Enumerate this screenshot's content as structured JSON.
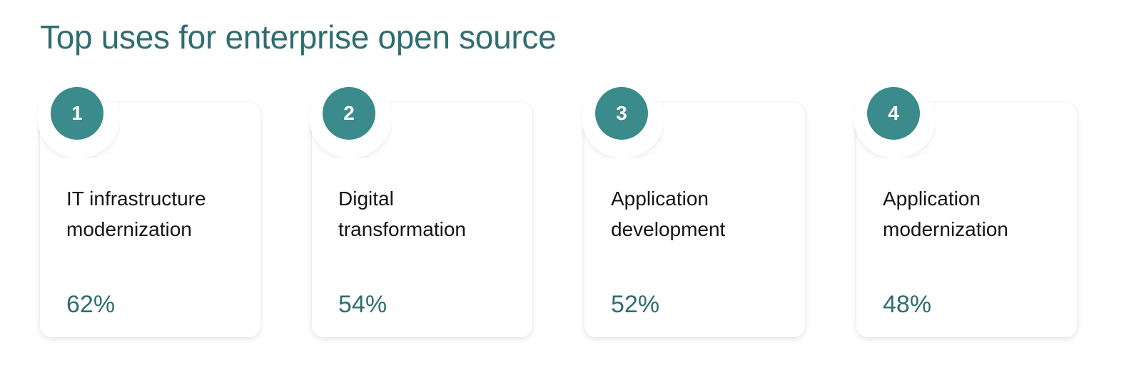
{
  "title": "Top uses for enterprise open source",
  "colors": {
    "accent": "#3b8a8c",
    "heading": "#2f6e70",
    "text": "#151515",
    "card_background": "#ffffff"
  },
  "cards": [
    {
      "rank": "1",
      "label_line1": "IT infrastructure",
      "label_line2": "modernization",
      "percent": "62%"
    },
    {
      "rank": "2",
      "label_line1": "Digital",
      "label_line2": "transformation",
      "percent": "54%"
    },
    {
      "rank": "3",
      "label_line1": "Application",
      "label_line2": "development",
      "percent": "52%"
    },
    {
      "rank": "4",
      "label_line1": "Application",
      "label_line2": "modernization",
      "percent": "48%"
    }
  ]
}
